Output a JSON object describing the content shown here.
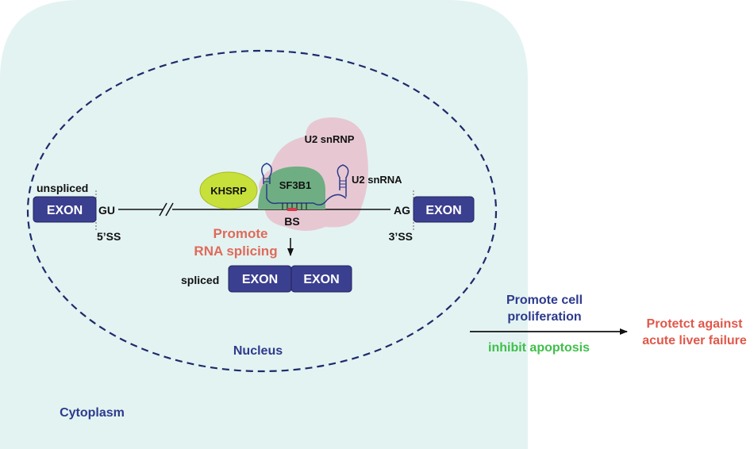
{
  "colors": {
    "cytoplasm_fill": "#e3f3f2",
    "nucleus_border": "#1f2a6b",
    "exon_fill": "#3b3f8f",
    "exon_border": "#20245e",
    "khsrp_fill": "#c8e03a",
    "sf3b1_fill": "#6fae82",
    "u2snrnp_fill": "#e8b9c7",
    "promote_text": "#e06a5a",
    "navy_text": "#2d3a8c",
    "green_text": "#3fbf4a",
    "red_text": "#e0584a",
    "black": "#111111"
  },
  "regions": {
    "cytoplasm": "Cytoplasm",
    "nucleus": "Nucleus"
  },
  "pre_mrna": {
    "label": "unspliced",
    "exon_left": "EXON",
    "exon_right": "EXON",
    "donor": "GU",
    "acceptor": "AG",
    "ss5": "5’SS",
    "ss3": "3’SS",
    "branch_site": "BS"
  },
  "complex": {
    "khsrp": "KHSRP",
    "sf3b1": "SF3B1",
    "u2snrnp": "U2 snRNP",
    "u2snrna": "U2 snRNA"
  },
  "effect": {
    "line1": "Promote",
    "line2": "RNA splicing"
  },
  "mrna": {
    "label": "spliced",
    "exon1": "EXON",
    "exon2": "EXON"
  },
  "outcome": {
    "effect1_line1": "Promote cell",
    "effect1_line2": "proliferation",
    "effect2": "inhibit apoptosis",
    "result_line1": "Protetct against",
    "result_line2": "acute liver failure"
  }
}
